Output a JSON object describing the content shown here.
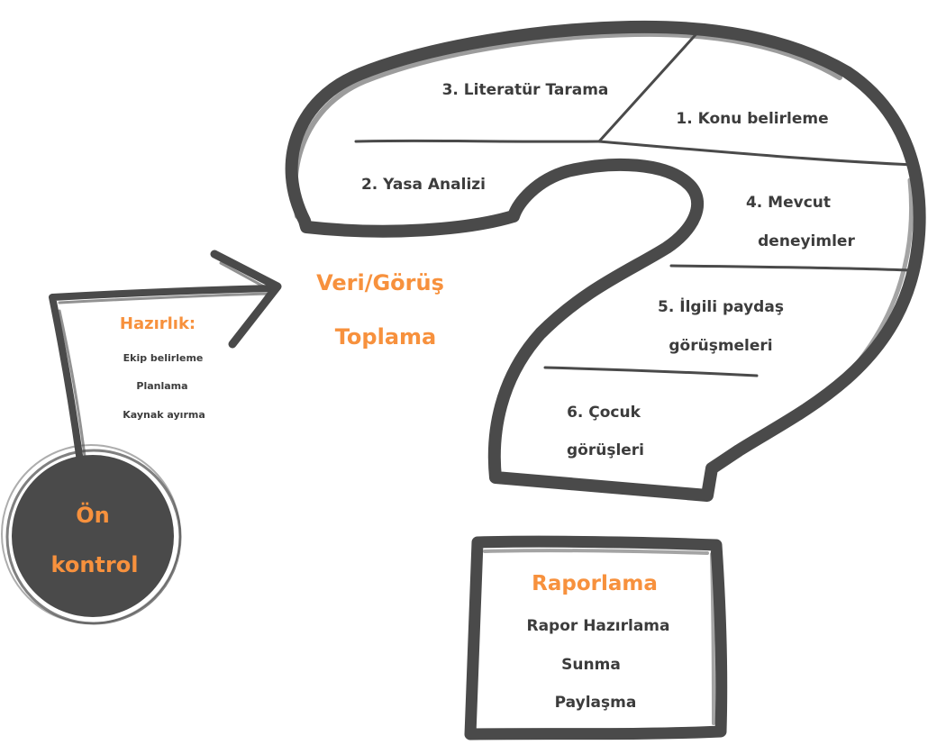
{
  "colors": {
    "outline": "#4a4a4a",
    "accent": "#f7913d",
    "text": "#3c3c3c",
    "circle_fill": "#4a4a4a"
  },
  "start": {
    "line1": "Ön",
    "line2": "kontrol"
  },
  "preparation": {
    "title": "Hazırlık:",
    "items": [
      "Ekip belirleme",
      "Planlama",
      "Kaynak ayırma"
    ]
  },
  "data_collection": {
    "line1": "Veri/Görüş",
    "line2": "Toplama"
  },
  "segments": [
    {
      "lines": [
        "2. Yasa Analizi"
      ]
    },
    {
      "lines": [
        "3. Literatür Tarama"
      ]
    },
    {
      "lines": [
        "1.   Konu belirleme"
      ]
    },
    {
      "lines": [
        "4. Mevcut",
        "deneyimler"
      ]
    },
    {
      "lines": [
        "5. İlgili paydaş",
        "görüşmeleri"
      ]
    },
    {
      "lines": [
        "6. Çocuk",
        "görüşleri"
      ]
    }
  ],
  "reporting": {
    "title": "Raporlama",
    "items": [
      "Rapor Hazırlama",
      "Sunma",
      "Paylaşma"
    ]
  }
}
